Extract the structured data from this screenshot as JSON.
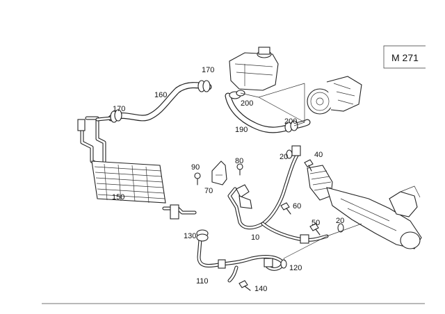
{
  "title_box": {
    "text": "M 271"
  },
  "labels": {
    "l10": "10",
    "l20a": "20",
    "l20b": "20",
    "l40": "40",
    "l50": "50",
    "l60": "60",
    "l70": "70",
    "l80": "80",
    "l90": "90",
    "l110": "110",
    "l120": "120",
    "l130": "130",
    "l140": "140",
    "l150": "150",
    "l160": "160",
    "l170a": "170",
    "l170b": "170",
    "l190": "190",
    "l200a": "200",
    "l200b": "200"
  }
}
